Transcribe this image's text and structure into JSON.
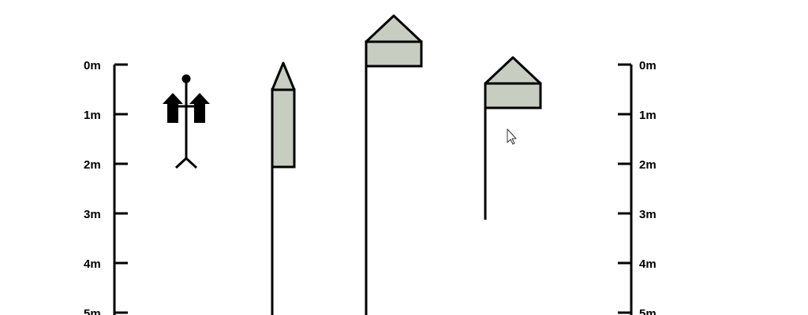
{
  "scale": {
    "unit": "m",
    "tick_labels": [
      "0m",
      "1m",
      "2m",
      "3m",
      "4m",
      "5m"
    ],
    "tick_values": [
      0,
      1,
      2,
      3,
      4,
      5
    ]
  },
  "figure": {
    "icon": "person-standing-icon",
    "depth_range_m": [
      0.3,
      2.0
    ]
  },
  "markers": [
    {
      "name": "marker-1",
      "shape": "spire",
      "head_top_m": 0,
      "head_bottom_m": 2.0,
      "pole_bottom_m": null,
      "pole_note": "extends beyond view"
    },
    {
      "name": "marker-2",
      "shape": "house-flag",
      "head_top_m": -1.0,
      "head_bottom_m": 0.05,
      "pole_bottom_m": null,
      "pole_note": "extends beyond view"
    },
    {
      "name": "marker-3",
      "shape": "house-flag",
      "head_top_m": -0.1,
      "head_bottom_m": 0.85,
      "pole_bottom_m": 3.1
    }
  ],
  "colors": {
    "ink": "#000000",
    "fill": "#c8cdc2",
    "background": "#ffffff"
  },
  "cursor": {
    "icon": "mouse-pointer-icon"
  }
}
